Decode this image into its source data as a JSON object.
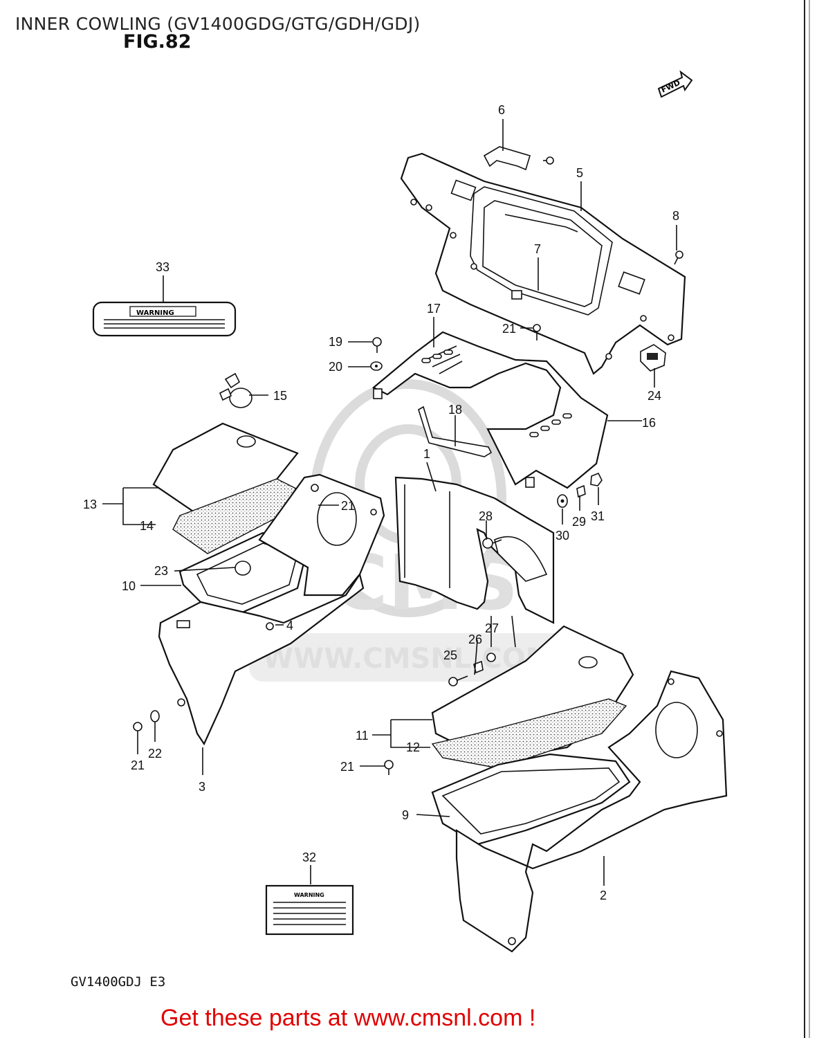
{
  "title": "INNER COWLING (GV1400GDG/GTG/GDH/GDJ)",
  "figure_label": "FIG.82",
  "forward_indicator": "FWD",
  "model_code": "GV1400GDJ  E3",
  "footer_link": "Get these parts at www.cmsnl.com !",
  "watermark": {
    "brand": "CMS",
    "url": "WWW.CMSNL.COM"
  },
  "labels": {
    "warning_33": "WARNING",
    "warning_32": "WARNING"
  },
  "part_numbers": [
    "1",
    "2",
    "3",
    "4",
    "5",
    "6",
    "7",
    "8",
    "9",
    "10",
    "11",
    "12",
    "13",
    "14",
    "15",
    "16",
    "17",
    "18",
    "19",
    "20",
    "21",
    "21",
    "21",
    "21",
    "21",
    "22",
    "23",
    "24",
    "25",
    "26",
    "27",
    "28",
    "29",
    "30",
    "31",
    "32",
    "33"
  ]
}
